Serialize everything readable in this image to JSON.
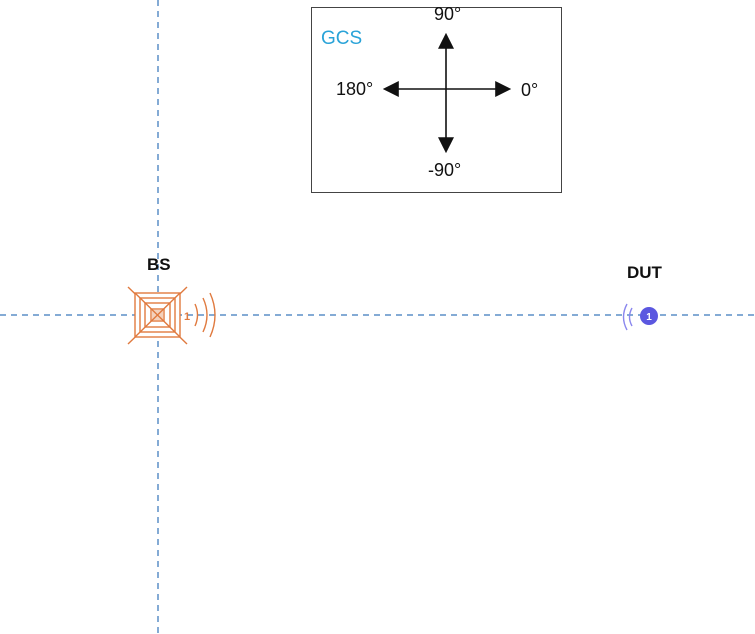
{
  "legend": {
    "title": "GCS",
    "up_label": "90°",
    "left_label": "180°",
    "right_label": "0°",
    "down_label": "-90°"
  },
  "nodes": {
    "bs_label": "BS",
    "bs_antenna_index": "1",
    "dut_label": "DUT",
    "dut_index": "1"
  },
  "colors": {
    "axis_line": "#5b8fc7",
    "gcs_title": "#2aa3d8",
    "bs": "#e07a3f",
    "dut": "#5b57e0"
  }
}
